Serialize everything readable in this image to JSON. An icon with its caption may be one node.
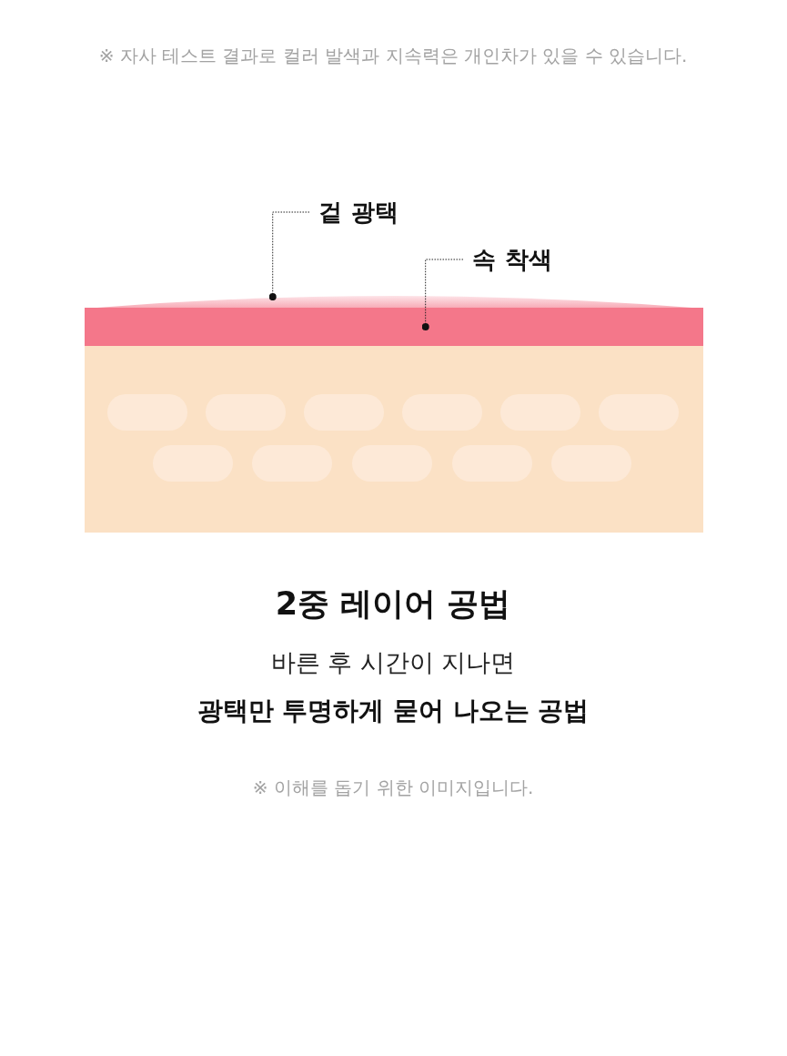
{
  "diagram": {
    "title": "2중 레이어 공법",
    "nodes": [
      {
        "text": [
          "겉 광택"
        ]
      },
      {
        "text": [],
        "shape": "band"
      },
      {
        "text": [
          "속 착색"
        ]
      },
      {
        "text": [],
        "shape": "bar"
      }
    ],
    "edges": [
      {
        "from": 0,
        "to": 1,
        "arrow": "other",
        "style": "dashed"
      },
      {
        "from": 2,
        "to": 3,
        "arrow": "other",
        "style": "dashed"
      }
    ],
    "labels": [
      "※ 자사 테스트 결과로 컬러 발색과 지속력은 개인차가 있을 수 있습니다.",
      "바른 후 시간이 지나면",
      "광택만 투명하게 묻어 나오는 공법",
      "※ 이해를 돕기 위한 이미지입니다."
    ]
  }
}
